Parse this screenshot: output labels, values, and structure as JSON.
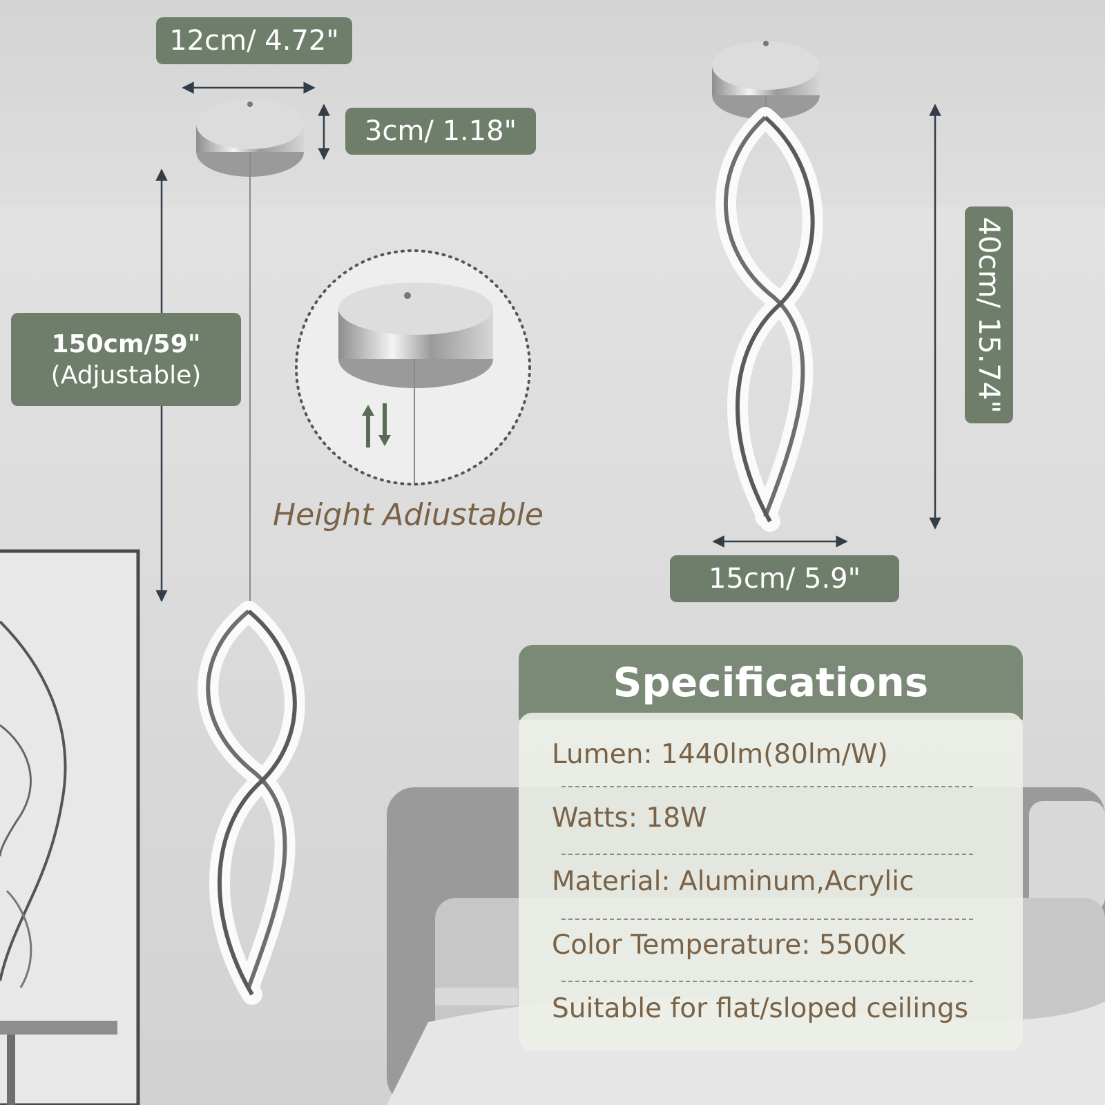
{
  "dimensions": {
    "canopy_width": "12cm/ 4.72\"",
    "canopy_thickness": "3cm/ 1.18\"",
    "cable_length": "150cm/59\"",
    "cable_note": "(Adjustable)",
    "fixture_height": "40cm/ 15.74\"",
    "fixture_diameter": "15cm/ 5.9\""
  },
  "feature_label": "Height Adiustable",
  "specifications": {
    "title": "Specifications",
    "items": [
      "Lumen: 1440lm(80lm/W)",
      "Watts: 18W",
      "Material: Aluminum,Acrylic",
      "Color Temperature: 5500K",
      "Suitable for flat/sloped ceilings"
    ]
  },
  "colors": {
    "tag_green": "#6f7e6b",
    "spec_header": "#7b8a77",
    "label_brown": "#7a6246",
    "dimension_line": "#333d47"
  }
}
